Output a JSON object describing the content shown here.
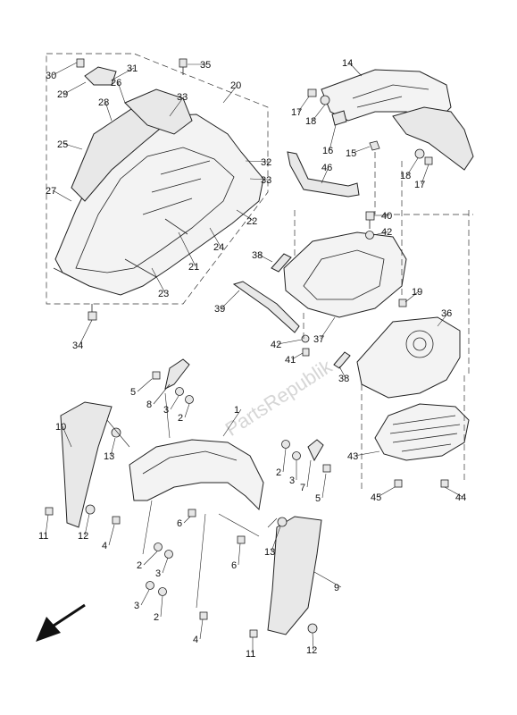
{
  "watermark": "PartsRepublik",
  "callouts": [
    {
      "id": "c1",
      "label": "1"
    },
    {
      "id": "c2a",
      "label": "2"
    },
    {
      "id": "c2b",
      "label": "2"
    },
    {
      "id": "c2c",
      "label": "2"
    },
    {
      "id": "c2d",
      "label": "2"
    },
    {
      "id": "c3a",
      "label": "3"
    },
    {
      "id": "c3b",
      "label": "3"
    },
    {
      "id": "c3c",
      "label": "3"
    },
    {
      "id": "c3d",
      "label": "3"
    },
    {
      "id": "c4a",
      "label": "4"
    },
    {
      "id": "c4b",
      "label": "4"
    },
    {
      "id": "c5a",
      "label": "5"
    },
    {
      "id": "c5b",
      "label": "5"
    },
    {
      "id": "c6a",
      "label": "6"
    },
    {
      "id": "c6b",
      "label": "6"
    },
    {
      "id": "c7",
      "label": "7"
    },
    {
      "id": "c8",
      "label": "8"
    },
    {
      "id": "c9",
      "label": "9"
    },
    {
      "id": "c10",
      "label": "10"
    },
    {
      "id": "c11a",
      "label": "11"
    },
    {
      "id": "c11b",
      "label": "11"
    },
    {
      "id": "c12a",
      "label": "12"
    },
    {
      "id": "c12b",
      "label": "12"
    },
    {
      "id": "c13a",
      "label": "13"
    },
    {
      "id": "c13b",
      "label": "13"
    },
    {
      "id": "c14",
      "label": "14"
    },
    {
      "id": "c15",
      "label": "15"
    },
    {
      "id": "c16",
      "label": "16"
    },
    {
      "id": "c17a",
      "label": "17"
    },
    {
      "id": "c17b",
      "label": "17"
    },
    {
      "id": "c18a",
      "label": "18"
    },
    {
      "id": "c18b",
      "label": "18"
    },
    {
      "id": "c19",
      "label": "19"
    },
    {
      "id": "c20",
      "label": "20"
    },
    {
      "id": "c21",
      "label": "21"
    },
    {
      "id": "c22",
      "label": "22"
    },
    {
      "id": "c23",
      "label": "23"
    },
    {
      "id": "c24",
      "label": "24"
    },
    {
      "id": "c25",
      "label": "25"
    },
    {
      "id": "c26",
      "label": "26"
    },
    {
      "id": "c27",
      "label": "27"
    },
    {
      "id": "c28",
      "label": "28"
    },
    {
      "id": "c29",
      "label": "29"
    },
    {
      "id": "c30",
      "label": "30"
    },
    {
      "id": "c31",
      "label": "31"
    },
    {
      "id": "c32",
      "label": "32"
    },
    {
      "id": "c33a",
      "label": "33"
    },
    {
      "id": "c33b",
      "label": "33"
    },
    {
      "id": "c34",
      "label": "34"
    },
    {
      "id": "c35",
      "label": "35"
    },
    {
      "id": "c36",
      "label": "36"
    },
    {
      "id": "c37",
      "label": "37"
    },
    {
      "id": "c38a",
      "label": "38"
    },
    {
      "id": "c38b",
      "label": "38"
    },
    {
      "id": "c39",
      "label": "39"
    },
    {
      "id": "c40",
      "label": "40"
    },
    {
      "id": "c41",
      "label": "41"
    },
    {
      "id": "c42a",
      "label": "42"
    },
    {
      "id": "c42b",
      "label": "42"
    },
    {
      "id": "c43",
      "label": "43"
    },
    {
      "id": "c44",
      "label": "44"
    },
    {
      "id": "c45",
      "label": "45"
    },
    {
      "id": "c46",
      "label": "46"
    }
  ]
}
